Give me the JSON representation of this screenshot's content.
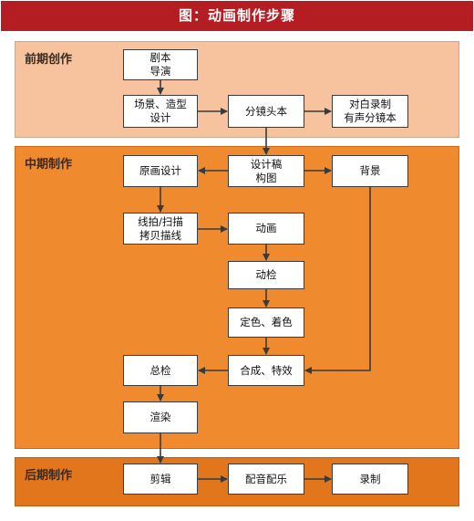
{
  "title": "图：动画制作步骤",
  "phases": {
    "pre": "前期创作",
    "mid": "中期制作",
    "post": "后期制作"
  },
  "nodes": {
    "script_director": "剧本\n导演",
    "scene_design": "场景、造型\n设计",
    "storyboard": "分镜头本",
    "dialogue": "对白录制\n有声分镜本",
    "layout": "设计稿\n构图",
    "keyframe_design": "原画设计",
    "background": "背景",
    "inbetween": "线拍/扫描\n拷贝描线",
    "animation": "动画",
    "anim_check": "动检",
    "color": "定色、着色",
    "composite": "合成、特效",
    "final_check": "总检",
    "render": "渲染",
    "editing": "剪辑",
    "music": "配音配乐",
    "recording": "录制"
  },
  "colors": {
    "title_bg": "#b41e23",
    "pre_bg": "#f6c39e",
    "mid_bg": "#f08a2e",
    "post_bg": "#e2761c",
    "arrow": "#3a3a3a"
  }
}
